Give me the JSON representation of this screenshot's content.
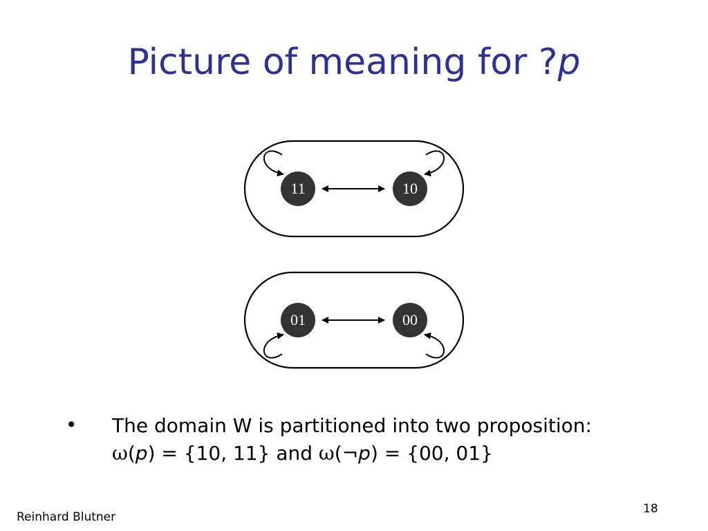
{
  "slide": {
    "title": "Picture of meaning for ?",
    "title_var": "p",
    "bullet_symbol": "•",
    "bullet_line1": "The domain W is partitioned into two proposition:",
    "bullet_line2": {
      "omega1": "ω",
      "open1": "(",
      "p1": "p",
      "close1": ") = {10, 11} and ",
      "omega2": "ω",
      "open2": "(",
      "neg": "¬",
      "p2": "p",
      "close2": ") = {00, 01}"
    },
    "author": "Reinhard Blutner",
    "page_number": "18"
  },
  "diagram": {
    "partitions": [
      {
        "nodes": [
          "11",
          "10"
        ]
      },
      {
        "nodes": [
          "01",
          "00"
        ]
      }
    ],
    "colors": {
      "node_fill": "#333333",
      "node_text": "#ffffff",
      "stroke": "#000000",
      "title": "#2e3192"
    }
  }
}
